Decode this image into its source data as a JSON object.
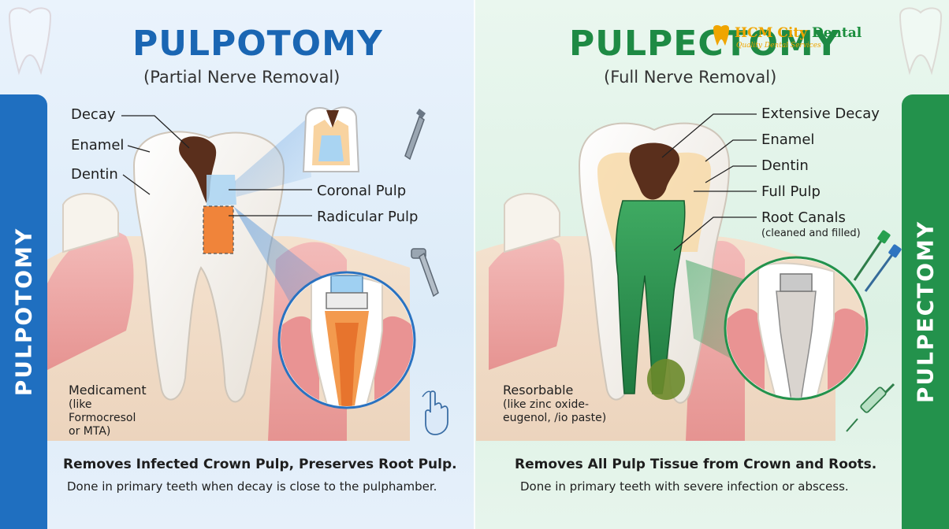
{
  "left": {
    "title": "PULPOTOMY",
    "subtitle": "(Partial Nerve Removal)",
    "side_tab": "PULPOTOMY",
    "labels": {
      "decay": "Decay",
      "enamel": "Enamel",
      "dentin": "Dentin",
      "coronal_pulp": "Coronal Pulp",
      "radicular_pulp": "Radicular Pulp"
    },
    "note_lines": [
      "Medicament",
      "(like",
      "Formocresol",
      "or MTA)"
    ],
    "caption_main": "Removes Infected Crown Pulp, Preserves Root Pulp.",
    "caption_sub": "Done in primary teeth when decay is close to the pulphamber.",
    "colors": {
      "title": "#1a66b3",
      "tab": "#1f6fc0"
    }
  },
  "right": {
    "title": "PULPECTOMY",
    "subtitle": "(Full Nerve Removal)",
    "side_tab": "PULPECTOMY",
    "labels": {
      "extensive_decay": "Extensive Decay",
      "enamel": "Enamel",
      "dentin": "Dentin",
      "full_pulp": "Full Pulp",
      "root_canals": "Root Canals",
      "root_canals_note": "(cleaned and filled)"
    },
    "note_lines": [
      "Resorbable",
      "(like zinc oxide-",
      "eugenol, /io paste)"
    ],
    "caption_main": "Removes All Pulp Tissue from Crown and Roots.",
    "caption_sub": "Done in primary teeth with severe infection or abscess.",
    "colors": {
      "title": "#1e8a44",
      "tab": "#23924c"
    }
  },
  "logo": {
    "name_part1": "HCM City ",
    "name_part2": "Dental",
    "tagline": "Quality Dental Services"
  },
  "icons": [
    "handpiece-icon",
    "contra-angle-icon",
    "hand-pointer-icon",
    "endo-file-icon",
    "syringe-icon",
    "tooth-logo-icon"
  ]
}
